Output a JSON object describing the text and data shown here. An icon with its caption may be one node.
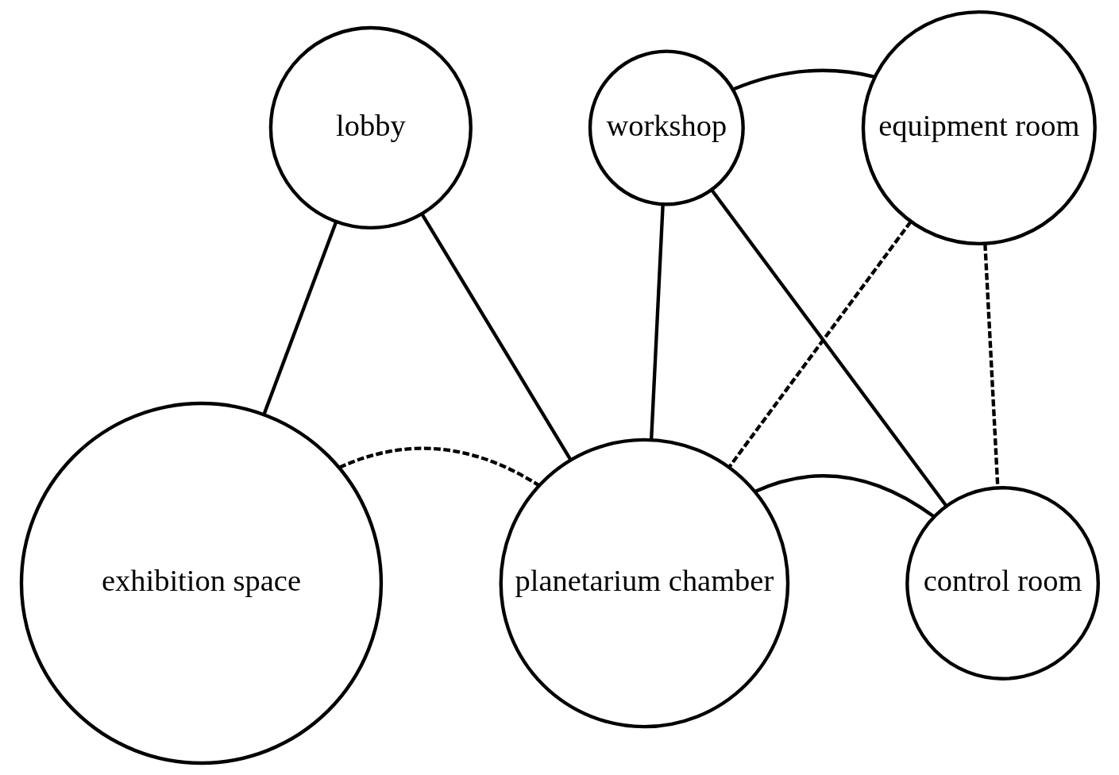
{
  "diagram": {
    "nodes": [
      {
        "text": [
          "lobby"
        ]
      },
      {
        "text": [
          "workshop"
        ]
      },
      {
        "text": [
          "equipment room"
        ]
      },
      {
        "text": [
          "exhibition space"
        ]
      },
      {
        "text": [
          "planetarium chamber"
        ]
      },
      {
        "text": [
          "control room"
        ]
      }
    ],
    "edges": [
      {
        "from": 0,
        "to": 3,
        "arrow": "none"
      },
      {
        "from": 0,
        "to": 4,
        "arrow": "none"
      },
      {
        "from": 1,
        "to": 2,
        "arrow": "none"
      },
      {
        "from": 1,
        "to": 4,
        "arrow": "none"
      },
      {
        "from": 1,
        "to": 5,
        "arrow": "none"
      },
      {
        "from": 2,
        "to": 4,
        "arrow": "none",
        "style": "dashed"
      },
      {
        "from": 2,
        "to": 5,
        "arrow": "none",
        "style": "dashed"
      },
      {
        "from": 3,
        "to": 4,
        "arrow": "none",
        "style": "dashed"
      },
      {
        "from": 4,
        "to": 5,
        "arrow": "none"
      }
    ]
  }
}
